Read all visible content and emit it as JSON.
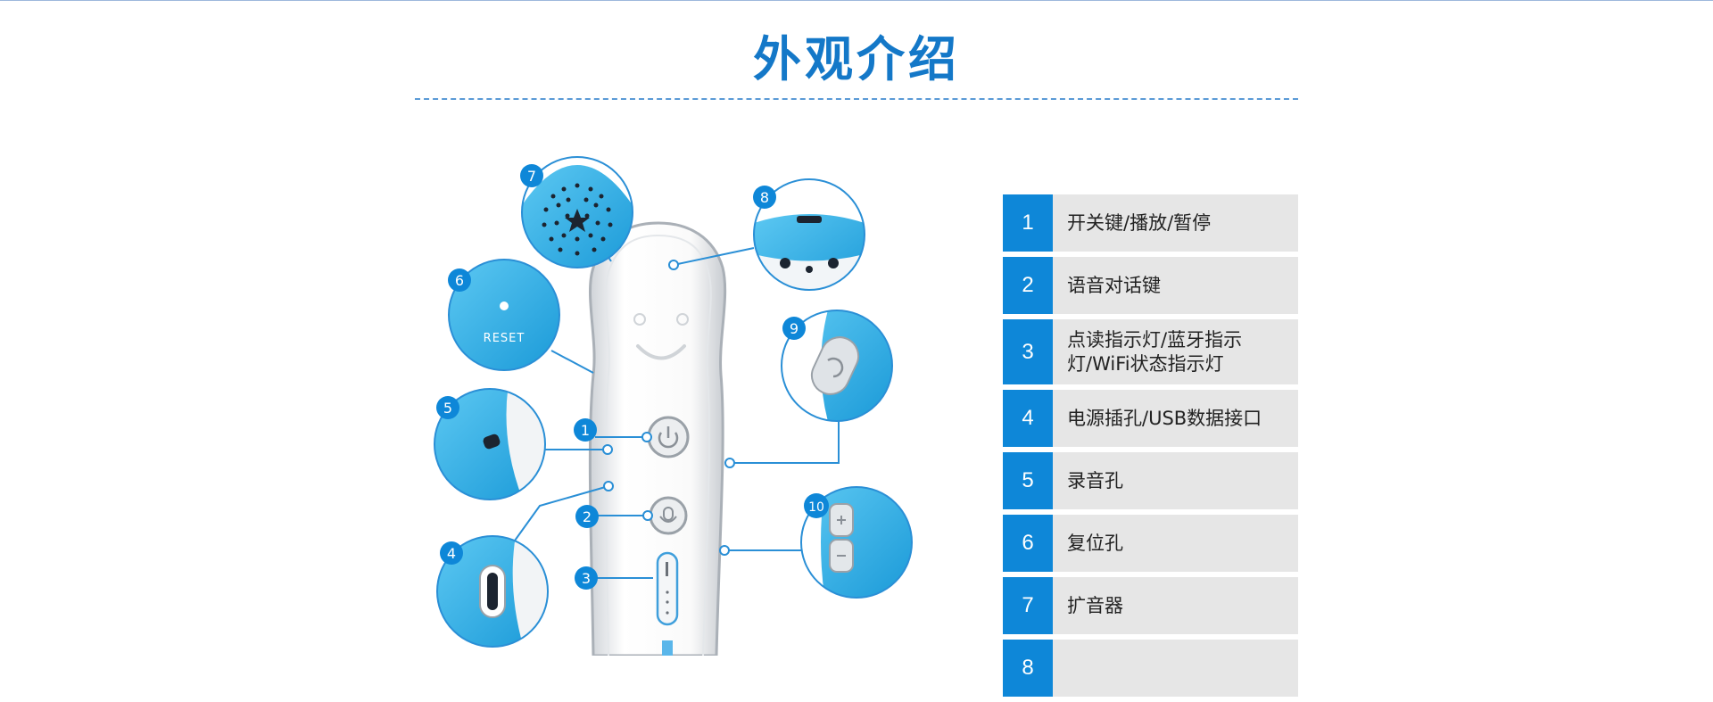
{
  "header": {
    "title": "外观介绍"
  },
  "figure": {
    "callouts": [
      "1",
      "2",
      "3",
      "4",
      "5",
      "6",
      "7",
      "8",
      "9",
      "10"
    ],
    "reset_label": "RESET"
  },
  "legend": {
    "items": [
      {
        "num": "1",
        "text": "开关键/播放/暂停"
      },
      {
        "num": "2",
        "text": "语音对话键"
      },
      {
        "num": "3",
        "text": "点读指示灯/蓝牙指示灯/WiFi状态指示灯"
      },
      {
        "num": "4",
        "text": "电源插孔/USB数据接口"
      },
      {
        "num": "5",
        "text": "录音孔"
      },
      {
        "num": "6",
        "text": "复位孔"
      },
      {
        "num": "7",
        "text": "扩音器"
      },
      {
        "num": "8",
        "text": ""
      }
    ]
  },
  "colors": {
    "accent": "#1478c8",
    "badge": "#0e87d8",
    "legend_bg": "#e6e6e6"
  }
}
